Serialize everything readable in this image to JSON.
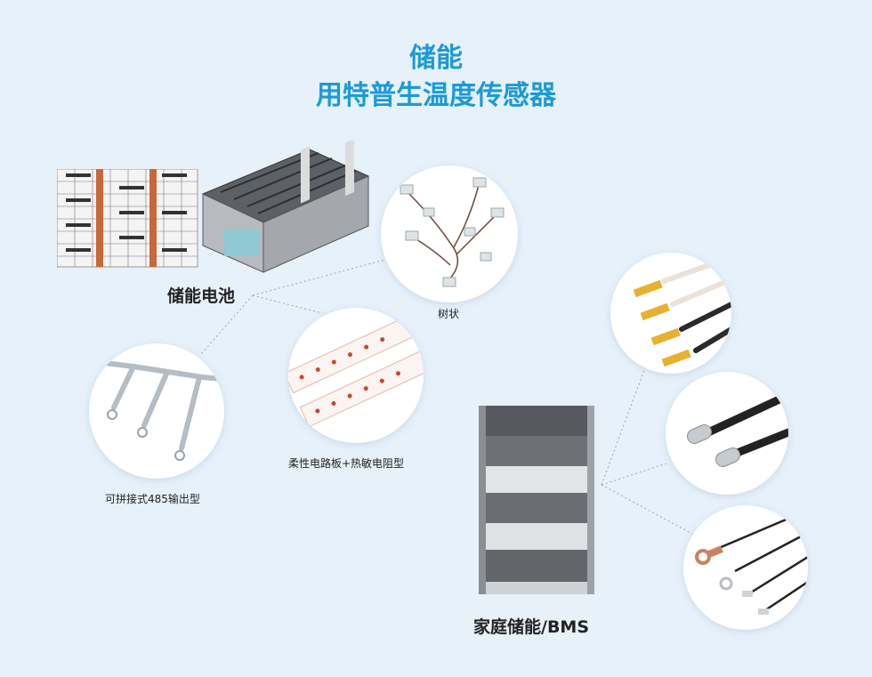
{
  "header": {
    "line1": "储能",
    "line2": "用特普生温度传感器"
  },
  "captions": {
    "battery": "储能电池",
    "tree": "树状",
    "fpc": "柔性电路板+热敏电阻型",
    "splice": "可拼接式485输出型",
    "home": "家庭储能/BMS"
  },
  "colors": {
    "accent": "#1c9ad6",
    "background": "#e6f1fa"
  }
}
